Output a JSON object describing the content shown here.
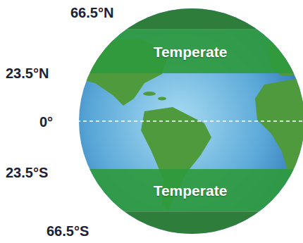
{
  "diagram": {
    "nodes": [
      {
        "text": [
          "Temperate"
        ]
      },
      {
        "text": [
          "Temperate"
        ]
      }
    ],
    "labels": [
      "66.5°N",
      "23.5°N",
      "0°",
      "23.5°S",
      "66.5°S"
    ]
  }
}
